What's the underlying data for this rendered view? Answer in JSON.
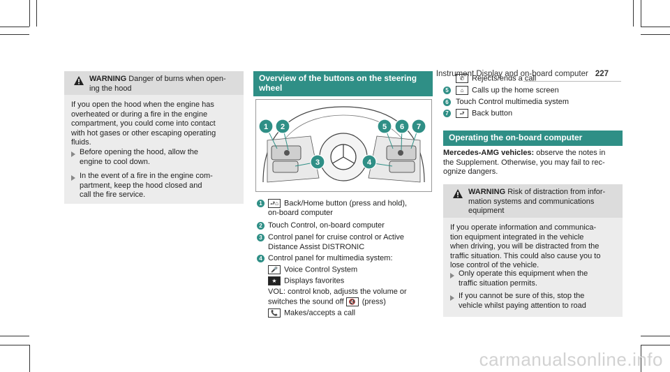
{
  "header": {
    "title": "Instrument Display and on-board computer",
    "page": "227"
  },
  "col1": {
    "warning_label": "WARNING",
    "warning_text_1": "Danger of burns when open-",
    "warning_text_2": "ing the hood",
    "para_lines": [
      "If you open the hood when the engine has",
      "overheated or during a fire in the engine",
      "compartment, you could come into contact",
      "with hot gases or other escaping operating",
      "fluids."
    ],
    "bullet1_lines": [
      "Before opening the hood, allow the",
      "engine to cool down."
    ],
    "bullet2_lines": [
      "In the event of a fire in the engine com-",
      "partment, keep the hood closed and",
      "call the fire service."
    ]
  },
  "col2": {
    "section_title_1": "Overview of the buttons on the steering",
    "section_title_2": "wheel",
    "callouts": [
      "1",
      "2",
      "3",
      "4",
      "5",
      "6",
      "7"
    ],
    "items": [
      {
        "num": "1",
        "symbol": "⮐⌂",
        "lines": [
          "Back/Home button (press and hold),",
          "on-board computer"
        ]
      },
      {
        "num": "2",
        "lines": [
          "Touch Control, on-board computer"
        ]
      },
      {
        "num": "3",
        "lines": [
          "Control panel for cruise control or Active",
          "Distance Assist DISTRONIC"
        ]
      },
      {
        "num": "4",
        "lines": [
          "Control panel for multimedia system:"
        ]
      }
    ],
    "sub_items": [
      {
        "symbol": "🎤",
        "text": "Voice Control System"
      },
      {
        "symbol": "★",
        "text": "Displays favorites"
      }
    ],
    "vol_line_1": "VOL: control knob, adjusts the volume or",
    "vol_line_2_pre": "switches the sound off",
    "vol_symbol": "🔇",
    "vol_line_2_post": "(press)",
    "call_symbol": "📞",
    "call_text": "Makes/accepts a call"
  },
  "col3": {
    "reject_symbol": "✆",
    "reject_text": "Rejects/ends a call",
    "items": [
      {
        "num": "5",
        "symbol": "⌂",
        "text": "Calls up the home screen"
      },
      {
        "num": "6",
        "text": "Touch Control multimedia system"
      },
      {
        "num": "7",
        "symbol": "⮐",
        "text": "Back button"
      }
    ],
    "section_title": "Operating the on-board computer",
    "amg_label": "Mercedes-AMG vehicles:",
    "amg_lines": [
      "observe the notes in",
      "the Supplement. Otherwise, you may fail to rec-",
      "ognize dangers."
    ],
    "warning_label": "WARNING",
    "warning_lines": [
      "Risk of distraction from infor-",
      "mation systems and communications",
      "equipment"
    ],
    "para_lines": [
      "If you operate information and communica-",
      "tion equipment integrated in the vehicle",
      "when driving, you will be distracted from the",
      "traffic situation. This could also cause you to",
      "lose control of the vehicle."
    ],
    "bullet1_lines": [
      "Only operate this equipment when the",
      "traffic situation permits."
    ],
    "bullet2_lines": [
      "If you cannot be sure of this, stop the",
      "vehicle whilst paying attention to road"
    ]
  },
  "watermark": "carmanualsonline.info",
  "colors": {
    "accent": "#2f8f86",
    "box": "#ececec",
    "box_head": "#dcdcdc"
  }
}
